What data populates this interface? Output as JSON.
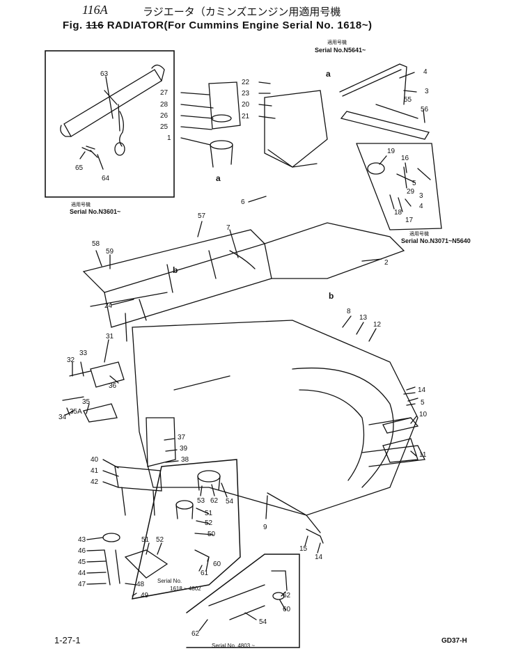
{
  "header": {
    "number_handwritten": "116A",
    "japanese_title": "ラジエータ（カミンズエンジン用適用号機",
    "fig_prefix": "Fig.",
    "fig_struck_number": "116",
    "fig_title": "RADIATOR(For Cummins Engine Serial No. 1618~)"
  },
  "callouts": [
    {
      "id": "63",
      "text": "63"
    },
    {
      "id": "65",
      "text": "65"
    },
    {
      "id": "64",
      "text": "64"
    },
    {
      "id": "27",
      "text": "27"
    },
    {
      "id": "28",
      "text": "28"
    },
    {
      "id": "26",
      "text": "26"
    },
    {
      "id": "25",
      "text": "25"
    },
    {
      "id": "1",
      "text": "1"
    },
    {
      "id": "22",
      "text": "22"
    },
    {
      "id": "23",
      "text": "23"
    },
    {
      "id": "20",
      "text": "20"
    },
    {
      "id": "21",
      "text": "21"
    },
    {
      "id": "a1",
      "text": "a"
    },
    {
      "id": "a2",
      "text": "a"
    },
    {
      "id": "4a",
      "text": "4"
    },
    {
      "id": "3a",
      "text": "3"
    },
    {
      "id": "55",
      "text": "55"
    },
    {
      "id": "56",
      "text": "56"
    },
    {
      "id": "19",
      "text": "19"
    },
    {
      "id": "16",
      "text": "16"
    },
    {
      "id": "5a",
      "text": "5"
    },
    {
      "id": "29",
      "text": "29"
    },
    {
      "id": "3b",
      "text": "3"
    },
    {
      "id": "4b",
      "text": "4"
    },
    {
      "id": "18",
      "text": "18"
    },
    {
      "id": "17",
      "text": "17"
    },
    {
      "id": "6",
      "text": "6"
    },
    {
      "id": "57",
      "text": "57"
    },
    {
      "id": "7",
      "text": "7"
    },
    {
      "id": "58",
      "text": "58"
    },
    {
      "id": "59",
      "text": "59"
    },
    {
      "id": "b1",
      "text": "b"
    },
    {
      "id": "b2",
      "text": "b"
    },
    {
      "id": "2",
      "text": "2"
    },
    {
      "id": "24",
      "text": "24"
    },
    {
      "id": "8",
      "text": "8"
    },
    {
      "id": "13",
      "text": "13"
    },
    {
      "id": "12",
      "text": "12"
    },
    {
      "id": "31",
      "text": "31"
    },
    {
      "id": "33",
      "text": "33"
    },
    {
      "id": "32",
      "text": "32"
    },
    {
      "id": "36",
      "text": "36"
    },
    {
      "id": "35",
      "text": "35"
    },
    {
      "id": "34",
      "text": "34"
    },
    {
      "id": "35A",
      "text": "35A"
    },
    {
      "id": "14a",
      "text": "14"
    },
    {
      "id": "5b",
      "text": "5"
    },
    {
      "id": "10",
      "text": "10"
    },
    {
      "id": "11",
      "text": "11"
    },
    {
      "id": "37",
      "text": "37"
    },
    {
      "id": "39",
      "text": "39"
    },
    {
      "id": "38",
      "text": "38"
    },
    {
      "id": "40",
      "text": "40"
    },
    {
      "id": "41",
      "text": "41"
    },
    {
      "id": "42",
      "text": "42"
    },
    {
      "id": "53",
      "text": "53"
    },
    {
      "id": "62a",
      "text": "62"
    },
    {
      "id": "54a",
      "text": "54"
    },
    {
      "id": "51a",
      "text": "51"
    },
    {
      "id": "52a",
      "text": "52"
    },
    {
      "id": "50",
      "text": "50"
    },
    {
      "id": "9",
      "text": "9"
    },
    {
      "id": "43",
      "text": "43"
    },
    {
      "id": "46",
      "text": "46"
    },
    {
      "id": "45",
      "text": "45"
    },
    {
      "id": "44",
      "text": "44"
    },
    {
      "id": "47",
      "text": "47"
    },
    {
      "id": "51b",
      "text": "51"
    },
    {
      "id": "52b",
      "text": "52"
    },
    {
      "id": "60a",
      "text": "60"
    },
    {
      "id": "61",
      "text": "61"
    },
    {
      "id": "48",
      "text": "48"
    },
    {
      "id": "49",
      "text": "49"
    },
    {
      "id": "15",
      "text": "15"
    },
    {
      "id": "14b",
      "text": "14"
    },
    {
      "id": "62b",
      "text": "62"
    },
    {
      "id": "60b",
      "text": "60"
    },
    {
      "id": "54b",
      "text": "54"
    },
    {
      "id": "62c",
      "text": "62"
    }
  ],
  "serial_notes": {
    "n5641": "Serial No.N5641~",
    "n3601": "Serial No.N3601~",
    "n3071": "Serial No.N3071~N5640",
    "s1618": "Serial No.",
    "s1618range": "1618 ~ 4802",
    "s4803": "Serial No. 4803 ~"
  },
  "applicable_label": "適用号機",
  "footer": {
    "page": "1-27-1",
    "code": "GD37-H"
  }
}
